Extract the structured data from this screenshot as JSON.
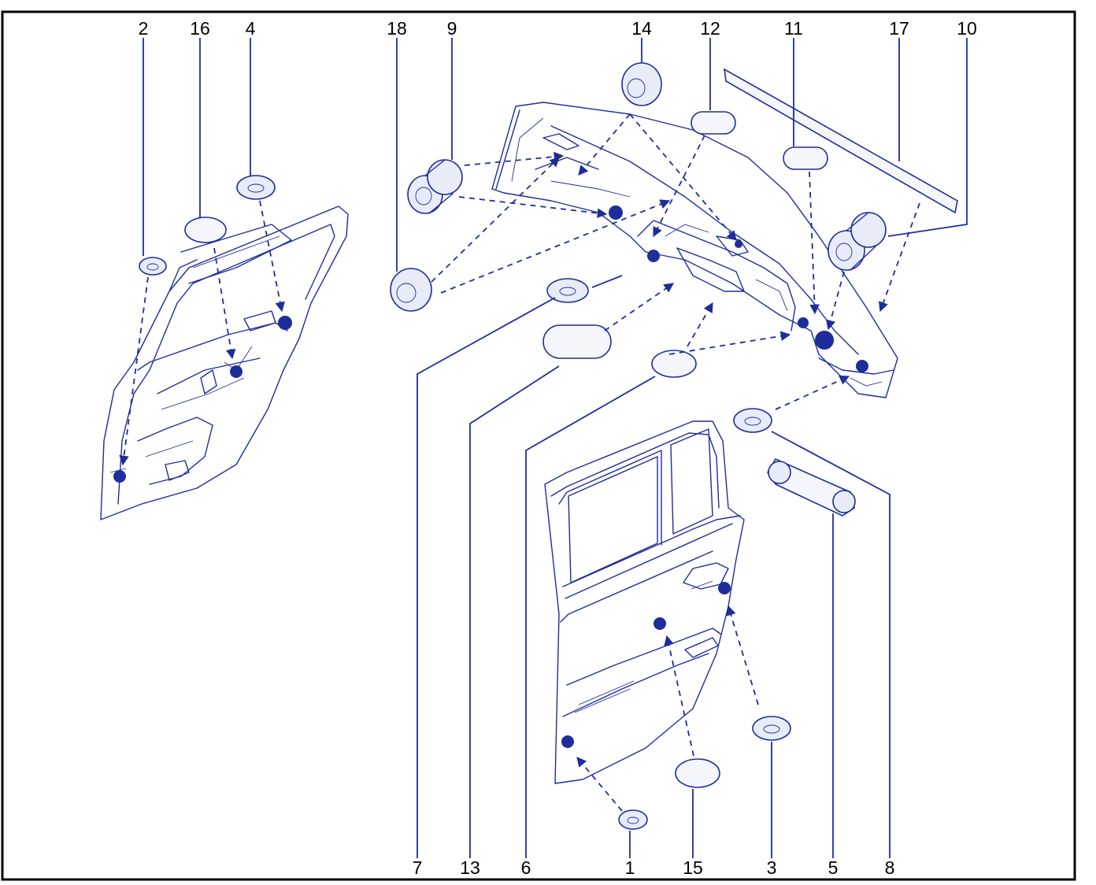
{
  "colors": {
    "line": "#1f2d9a",
    "fill": "#e8ecf8",
    "label": "#000000",
    "frame": "#000000"
  },
  "callouts": {
    "c1": "1",
    "c2": "2",
    "c3": "3",
    "c4": "4",
    "c5": "5",
    "c6": "6",
    "c7": "7",
    "c8": "8",
    "c9": "9",
    "c10": "10",
    "c11": "11",
    "c12": "12",
    "c13": "13",
    "c14": "14",
    "c15": "15",
    "c16": "16",
    "c17": "17",
    "c18": "18"
  }
}
